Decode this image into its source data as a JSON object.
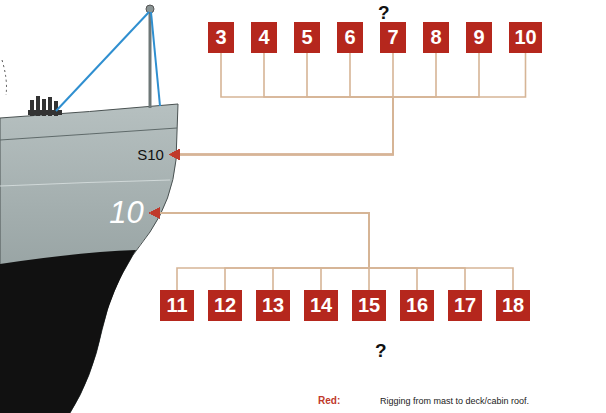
{
  "diagram": {
    "nodes": [
      {
        "text": [
          "3"
        ]
      },
      {
        "text": [
          "4"
        ]
      },
      {
        "text": [
          "5"
        ]
      },
      {
        "text": [
          "6"
        ]
      },
      {
        "text": [
          "7"
        ]
      },
      {
        "text": [
          "8"
        ]
      },
      {
        "text": [
          "9"
        ]
      },
      {
        "text": [
          "10"
        ]
      },
      {
        "text": [
          "S10"
        ]
      },
      {
        "text": [
          "10"
        ]
      },
      {
        "text": [
          "11"
        ]
      },
      {
        "text": [
          "12"
        ]
      },
      {
        "text": [
          "13"
        ]
      },
      {
        "text": [
          "14"
        ]
      },
      {
        "text": [
          "15"
        ]
      },
      {
        "text": [
          "16"
        ]
      },
      {
        "text": [
          "17"
        ]
      },
      {
        "text": [
          "18"
        ]
      }
    ],
    "edges": [
      {
        "from": 0,
        "to": 8,
        "arrow": "to"
      },
      {
        "from": 1,
        "to": 8,
        "arrow": "to"
      },
      {
        "from": 2,
        "to": 8,
        "arrow": "to"
      },
      {
        "from": 3,
        "to": 8,
        "arrow": "to"
      },
      {
        "from": 4,
        "to": 8,
        "arrow": "to"
      },
      {
        "from": 5,
        "to": 8,
        "arrow": "to"
      },
      {
        "from": 6,
        "to": 8,
        "arrow": "to"
      },
      {
        "from": 7,
        "to": 8,
        "arrow": "to"
      },
      {
        "from": 10,
        "to": 9,
        "arrow": "to"
      },
      {
        "from": 11,
        "to": 9,
        "arrow": "to"
      },
      {
        "from": 12,
        "to": 9,
        "arrow": "to"
      },
      {
        "from": 13,
        "to": 9,
        "arrow": "to"
      },
      {
        "from": 14,
        "to": 9,
        "arrow": "to"
      },
      {
        "from": 15,
        "to": 9,
        "arrow": "to"
      },
      {
        "from": 16,
        "to": 9,
        "arrow": "to"
      },
      {
        "from": 17,
        "to": 9,
        "arrow": "to"
      }
    ],
    "labels": [
      "?",
      "?",
      "Red:",
      "Rigging from mast to deck/cabin roof."
    ]
  }
}
